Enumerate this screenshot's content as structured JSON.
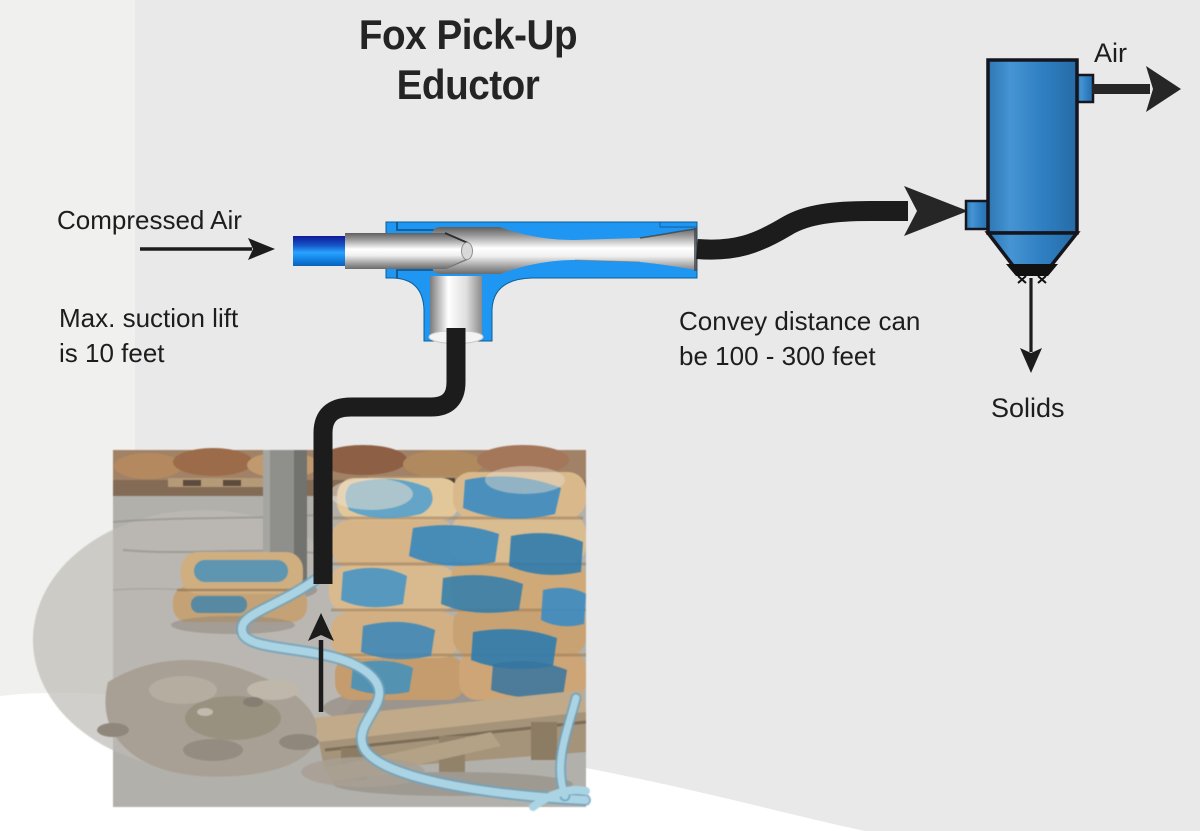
{
  "title": {
    "line1": "Fox Pick-Up",
    "line2": "Eductor"
  },
  "annotations": {
    "compressed_air": "Compressed Air",
    "suction_line1": "Max. suction lift",
    "suction_line2": "is 10 feet",
    "convey_line1": "Convey distance can",
    "convey_line2": "be 100 - 300 feet",
    "air_out": "Air",
    "solids_out": "Solids"
  },
  "photo": {
    "description": "cement bags stacked on wooden pallet with spilled cement pile and suction hose pick-up point"
  },
  "colors": {
    "background": "#e9e9e9",
    "background_left_band": "#f0f0ef",
    "swoosh_white": "#ffffff",
    "text": "#1d1d1d",
    "line_black": "#1c1c1c",
    "eductor_shell_blue": "#1f97f2",
    "inlet_cap_blue_bright": "#2aa3ff",
    "inlet_cap_blue_dark": "#101a96",
    "cyclone_blue": "#2f80c3",
    "strap_blue": "#aad4e4",
    "bag_tan": "#d3b285",
    "bag_wrap_blue": "#3b8cc2"
  }
}
